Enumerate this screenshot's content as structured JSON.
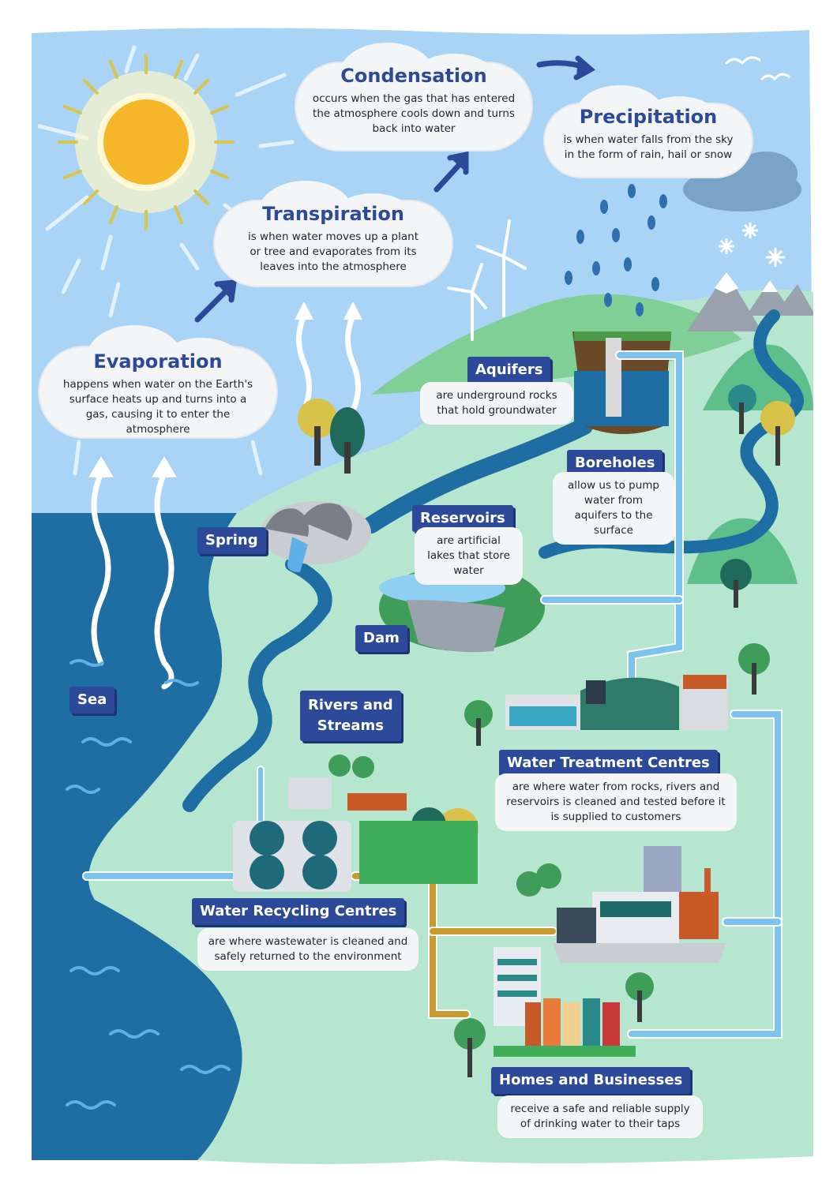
{
  "stages": {
    "evaporation": {
      "title": "Evaporation",
      "text": "happens when water on the Earth's surface heats up and turns into a gas, causing it to enter the atmosphere"
    },
    "transpiration": {
      "title": "Transpiration",
      "text": "is when water moves up a plant or tree and evaporates from its leaves into the atmosphere"
    },
    "condensation": {
      "title": "Condensation",
      "text": "occurs when the gas that has entered the atmosphere cools down and turns back into water"
    },
    "precipitation": {
      "title": "Precipitation",
      "text": "is when water falls from the sky in the form of rain, hail or snow"
    }
  },
  "places": {
    "aquifers": {
      "title": "Aquifers",
      "text": "are underground rocks that hold groundwater"
    },
    "boreholes": {
      "title": "Boreholes",
      "text": "allow us to pump water from aquifers to the surface"
    },
    "reservoirs": {
      "title": "Reservoirs",
      "text": "are artificial lakes that store water"
    },
    "spring": {
      "title": "Spring"
    },
    "dam": {
      "title": "Dam"
    },
    "sea": {
      "title": "Sea"
    },
    "rivers": {
      "title_line1": "Rivers and",
      "title_line2": "Streams"
    },
    "treatment": {
      "title": "Water Treatment Centres",
      "text": "are where water from rocks, rivers and reservoirs is cleaned and tested before it is supplied to customers"
    },
    "recycling": {
      "title": "Water Recycling Centres",
      "text": "are where wastewater is cleaned and safely returned to the environment"
    },
    "homes": {
      "title": "Homes and Businesses",
      "text": "receive a safe and reliable supply of drinking water to their taps"
    }
  },
  "colors": {
    "sky": "#a9d4f5",
    "sea": "#1f6ea3",
    "land": "#b6e6cf",
    "label": "#2d4a9a",
    "pipe_clean": "#7cc4ee",
    "pipe_waste": "#c99a2e",
    "sun": "#f6b62a"
  }
}
